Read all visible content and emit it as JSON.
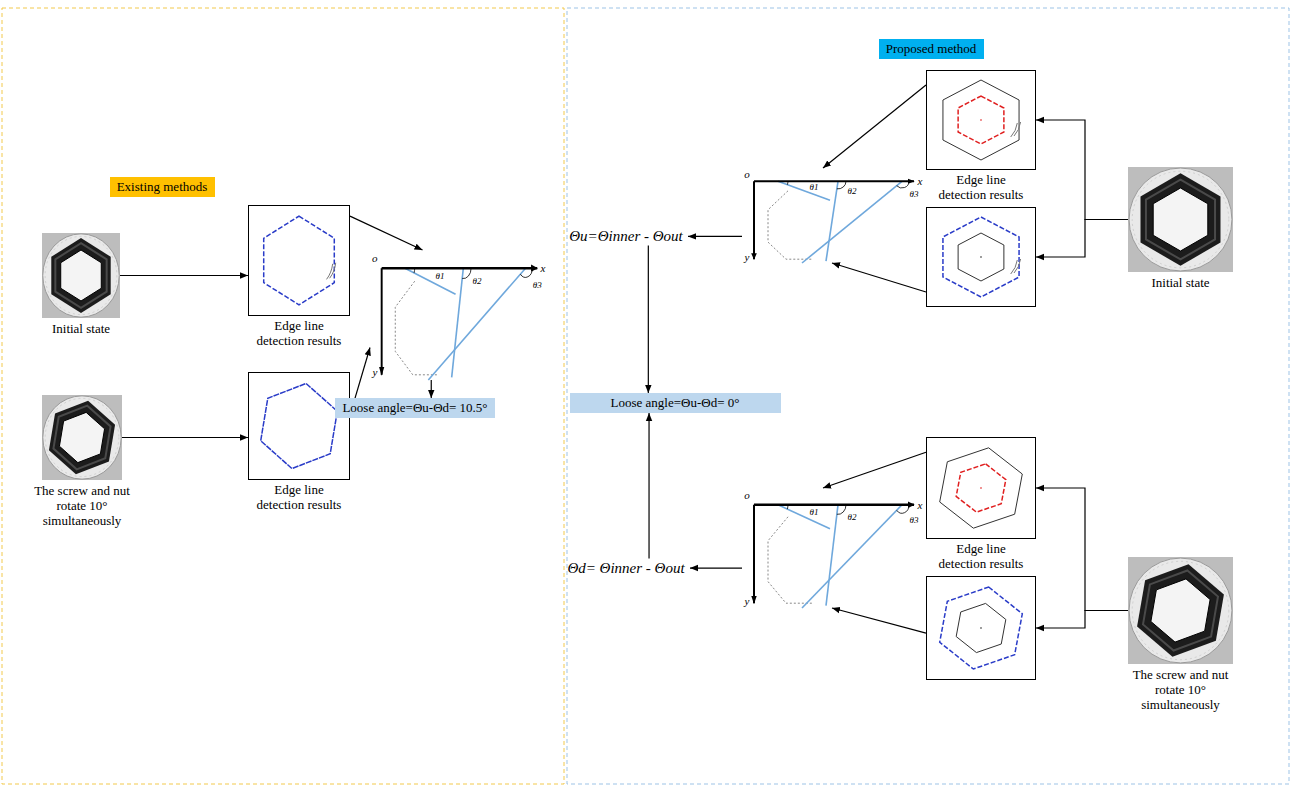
{
  "diagram": {
    "nodes": [
      {
        "text": [
          "Existing methods"
        ]
      },
      {
        "text": [
          "Initial state"
        ]
      },
      {
        "text": [
          "Edge line detection results"
        ]
      },
      {
        "text": [
          "The screw and nut rotate 10° simultaneously"
        ]
      },
      {
        "text": [
          "Edge line detection results"
        ]
      },
      {
        "text": [
          "o",
          "x",
          "y",
          "θ1",
          "θ2",
          "θ3"
        ]
      },
      {
        "text": [
          "Loose angle=Θu-Θd= 10.5°"
        ]
      },
      {
        "text": [
          "Proposed method"
        ]
      },
      {
        "text": [
          "Edge line detection results"
        ]
      },
      {
        "text": []
      },
      {
        "text": [
          "Initial state"
        ]
      },
      {
        "text": [
          "o",
          "x",
          "y",
          "θ1",
          "θ2",
          "θ3"
        ]
      },
      {
        "text": [
          "Θu=Θinner - Θout"
        ]
      },
      {
        "text": [
          "Loose angle=Θu-Θd= 0°"
        ]
      },
      {
        "text": [
          "Θd= Θinner - Θout"
        ]
      },
      {
        "text": [
          "o",
          "x",
          "y",
          "θ1",
          "θ2",
          "θ3"
        ]
      },
      {
        "text": [
          "Edge line detection results"
        ]
      },
      {
        "text": []
      },
      {
        "text": [
          "The screw and nut rotate 10° simultaneously"
        ]
      }
    ],
    "edges": [
      {
        "from": 1,
        "to": 2,
        "arrow": "to"
      },
      {
        "from": 3,
        "to": 4,
        "arrow": "to"
      },
      {
        "from": 2,
        "to": 5,
        "arrow": "to"
      },
      {
        "from": 4,
        "to": 5,
        "arrow": "to"
      },
      {
        "from": 5,
        "to": 6,
        "arrow": "to"
      },
      {
        "from": 10,
        "to": 8,
        "arrow": "to"
      },
      {
        "from": 10,
        "to": 9,
        "arrow": "to"
      },
      {
        "from": 8,
        "to": 11,
        "arrow": "to"
      },
      {
        "from": 9,
        "to": 11,
        "arrow": "to"
      },
      {
        "from": 11,
        "to": 12,
        "arrow": "to"
      },
      {
        "from": 12,
        "to": 13,
        "arrow": "to"
      },
      {
        "from": 14,
        "to": 13,
        "arrow": "to"
      },
      {
        "from": 15,
        "to": 14,
        "arrow": "to"
      },
      {
        "from": 16,
        "to": 15,
        "arrow": "to"
      },
      {
        "from": 17,
        "to": 15,
        "arrow": "to"
      },
      {
        "from": 18,
        "to": 16,
        "arrow": "to"
      },
      {
        "from": 18,
        "to": 17,
        "arrow": "to"
      }
    ]
  }
}
